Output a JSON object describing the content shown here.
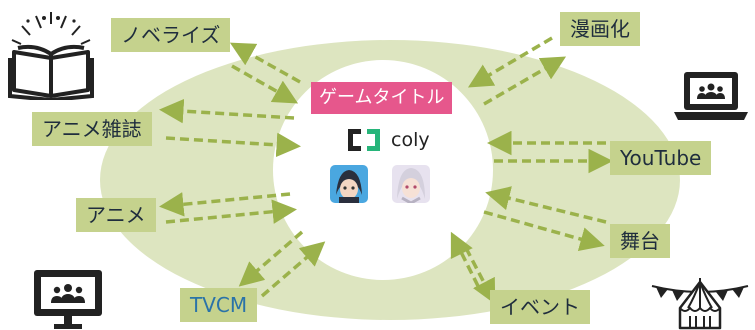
{
  "center": {
    "title": "ゲームタイトル",
    "logo_text": "coly",
    "avatars": [
      "avatar-boy-icon",
      "avatar-silver-hair-icon"
    ]
  },
  "nodes": {
    "novelize": "ノベライズ",
    "manga": "漫画化",
    "anime_magazine": "アニメ雑誌",
    "youtube": "YouTube",
    "anime": "アニメ",
    "stage": "舞台",
    "tvcm": "TVCM",
    "event": "イベント"
  },
  "icons": [
    "book-icon",
    "laptop-users-icon",
    "monitor-users-icon",
    "circus-tent-icon"
  ],
  "colors": {
    "ellipse": "#dde5c0",
    "label_bg": "#c5d28d",
    "arrow": "#9bb24b",
    "title_bg": "#e6578c",
    "tvcm_text": "#2a73a8"
  }
}
